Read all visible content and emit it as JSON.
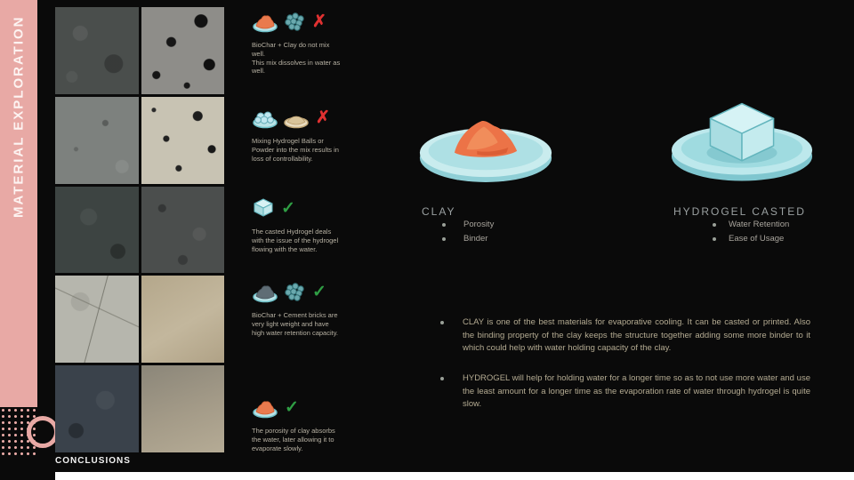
{
  "sidebar": {
    "title": "MATERIAL EXPLORATION"
  },
  "conclusions_label": "CONCLUSIONS",
  "colors": {
    "accent_pink": "#e8a9a5",
    "teal": "#8fd2d8",
    "clay_orange": "#ec7347",
    "check_green": "#2f9e44",
    "cross_red": "#e03131"
  },
  "findings": [
    {
      "icons": [
        "clay-mound-icon",
        "clay-dots-cluster-icon"
      ],
      "verdict": "fail",
      "verdict_glyph": "✗",
      "text": "BioChar + Clay do not mix well.\nThis mix dissolves in water as well."
    },
    {
      "icons": [
        "hydrogel-balls-icon",
        "powder-dish-icon"
      ],
      "verdict": "fail",
      "verdict_glyph": "✗",
      "text": "Mixing Hydrogel Balls or Powder into the mix results in loss of controllability."
    },
    {
      "icons": [
        "hydrogel-cube-icon"
      ],
      "verdict": "pass",
      "verdict_glyph": "✓",
      "text": "The casted Hydrogel deals with the issue of the hydrogel flowing with the water."
    },
    {
      "icons": [
        "cement-mound-icon",
        "clay-dots-cluster-icon"
      ],
      "verdict": "pass",
      "verdict_glyph": "✓",
      "text": "BioChar + Cement bricks are very light weight and have high water retention capacity."
    },
    {
      "icons": [
        "clay-mound-icon"
      ],
      "verdict": "pass",
      "verdict_glyph": "✓",
      "text": "The porosity of clay absorbs the water, later allowing it to evaporate slowly."
    }
  ],
  "materials": [
    {
      "name": "CLAY",
      "bullets": [
        "Porosity",
        "Binder"
      ]
    },
    {
      "name": "HYDROGEL CASTED",
      "bullets": [
        "Water Retention",
        "Ease of Usage"
      ]
    }
  ],
  "conclusion_points": [
    "CLAY is one of the best materials for evaporative cooling. It can be casted or printed. Also the binding property of the clay keeps the structure together adding some more binder to it which could help with water holding capacity of the clay.",
    "HYDROGEL will help for holding water for a longer time so as to not use more water and use the least amount for a longer time as the evaporation rate of water through hydrogel is quite slow."
  ]
}
